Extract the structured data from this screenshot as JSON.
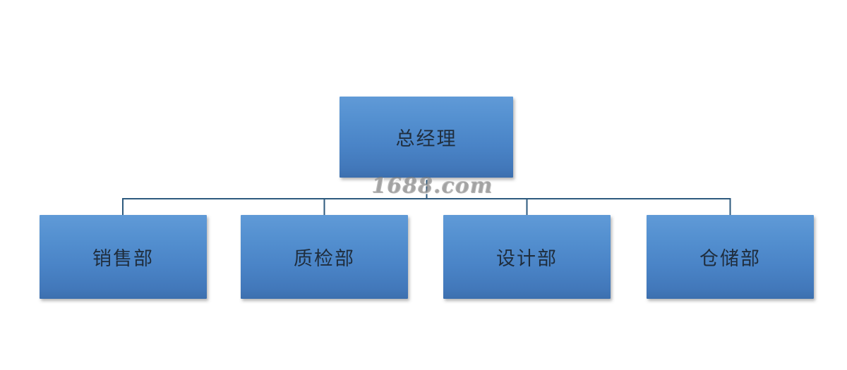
{
  "diagram": {
    "type": "org-chart",
    "root": {
      "id": "general-manager",
      "label": "总经理"
    },
    "departments": [
      {
        "id": "sales",
        "label": "销售部"
      },
      {
        "id": "quality",
        "label": "质检部"
      },
      {
        "id": "design",
        "label": "设计部"
      },
      {
        "id": "warehouse",
        "label": "仓储部"
      }
    ]
  },
  "watermark": {
    "text": "1688.com"
  },
  "colors": {
    "box_gradient_top": "#609ad7",
    "box_gradient_bottom": "#3c6fae",
    "box_text": "#1f2d3d",
    "connector": "#2d5a7e",
    "watermark_text": "#969696",
    "background": "#ffffff"
  }
}
